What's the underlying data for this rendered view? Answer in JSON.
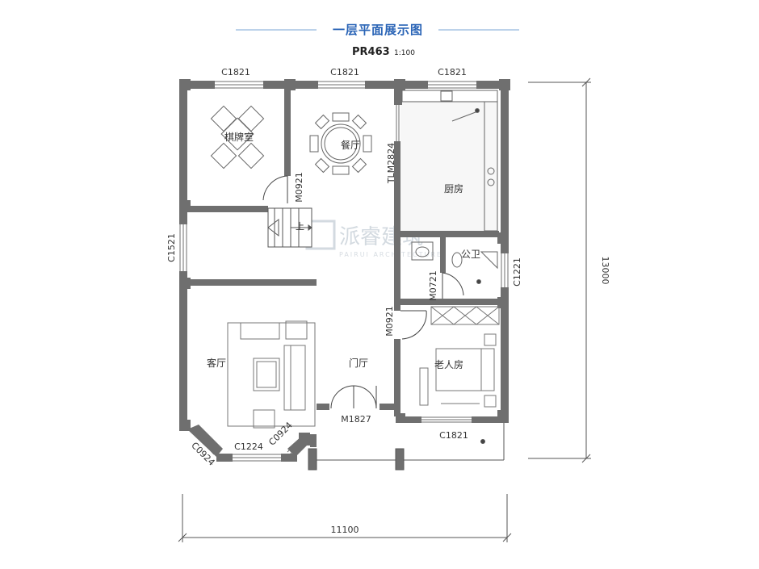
{
  "header": {
    "title": "一层平面展示图",
    "code": "PR463",
    "scale": "1:100"
  },
  "rooms": {
    "chess_room": "棋牌室",
    "dining": "餐厅",
    "kitchen": "厨房",
    "public_wc": "公卫",
    "living": "客厅",
    "foyer": "门厅",
    "elder_room": "老人房",
    "stair_up": "上"
  },
  "labels": {
    "win_top_left": "C1821",
    "win_top_mid": "C1821",
    "win_top_right": "C1821",
    "win_left": "C1521",
    "win_right_wc": "C1221",
    "win_elder_bottom": "C1821",
    "win_bay_front": "C1224",
    "win_bay_left": "C0924",
    "win_bay_right": "C0924",
    "door_chess": "M0921",
    "door_sliding": "TLM2824",
    "door_wc": "M0721",
    "door_elder": "M0921",
    "door_main": "M1827"
  },
  "dimensions": {
    "width": "11100",
    "depth": "13000"
  },
  "watermark": {
    "brand": "派睿建筑",
    "sub": "PAIRUI ARCHITECTURE"
  },
  "colors": {
    "wall": "#6f6f6f",
    "title": "#2a64b6"
  }
}
